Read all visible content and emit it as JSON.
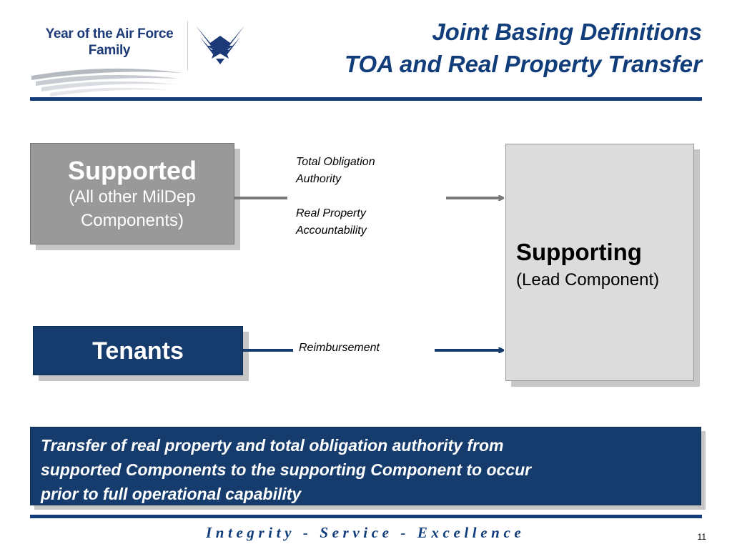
{
  "header": {
    "logo_line1": "Year of the Air Force",
    "logo_line2": "Family",
    "title_line1": "Joint Basing Definitions",
    "title_line2": "TOA and Real Property Transfer"
  },
  "diagram": {
    "supported": {
      "title": "Supported",
      "subtitle_line1": "(All other MilDep",
      "subtitle_line2": "Components)"
    },
    "tenants": {
      "title": "Tenants"
    },
    "supporting": {
      "title": "Supporting",
      "subtitle": "(Lead Component)"
    },
    "flow_labels": {
      "toa_line1": "Total Obligation",
      "toa_line2": "Authority",
      "rp_line1": "Real Property",
      "rp_line2": "Accountability",
      "reimbursement": "Reimbursement"
    },
    "colors": {
      "navy": "#153c6c",
      "gray": "#999999",
      "light_gray": "#dcdcdc"
    }
  },
  "banner": {
    "line1": "Transfer of real property and total obligation authority from",
    "line2": "supported Components to the supporting Component to occur",
    "line3": "prior to full operational capability"
  },
  "footer": {
    "motto": "Integrity - Service - Excellence",
    "page_number": "11"
  },
  "icons": [
    "air-force-wings-icon",
    "logo-swoosh-icon"
  ]
}
